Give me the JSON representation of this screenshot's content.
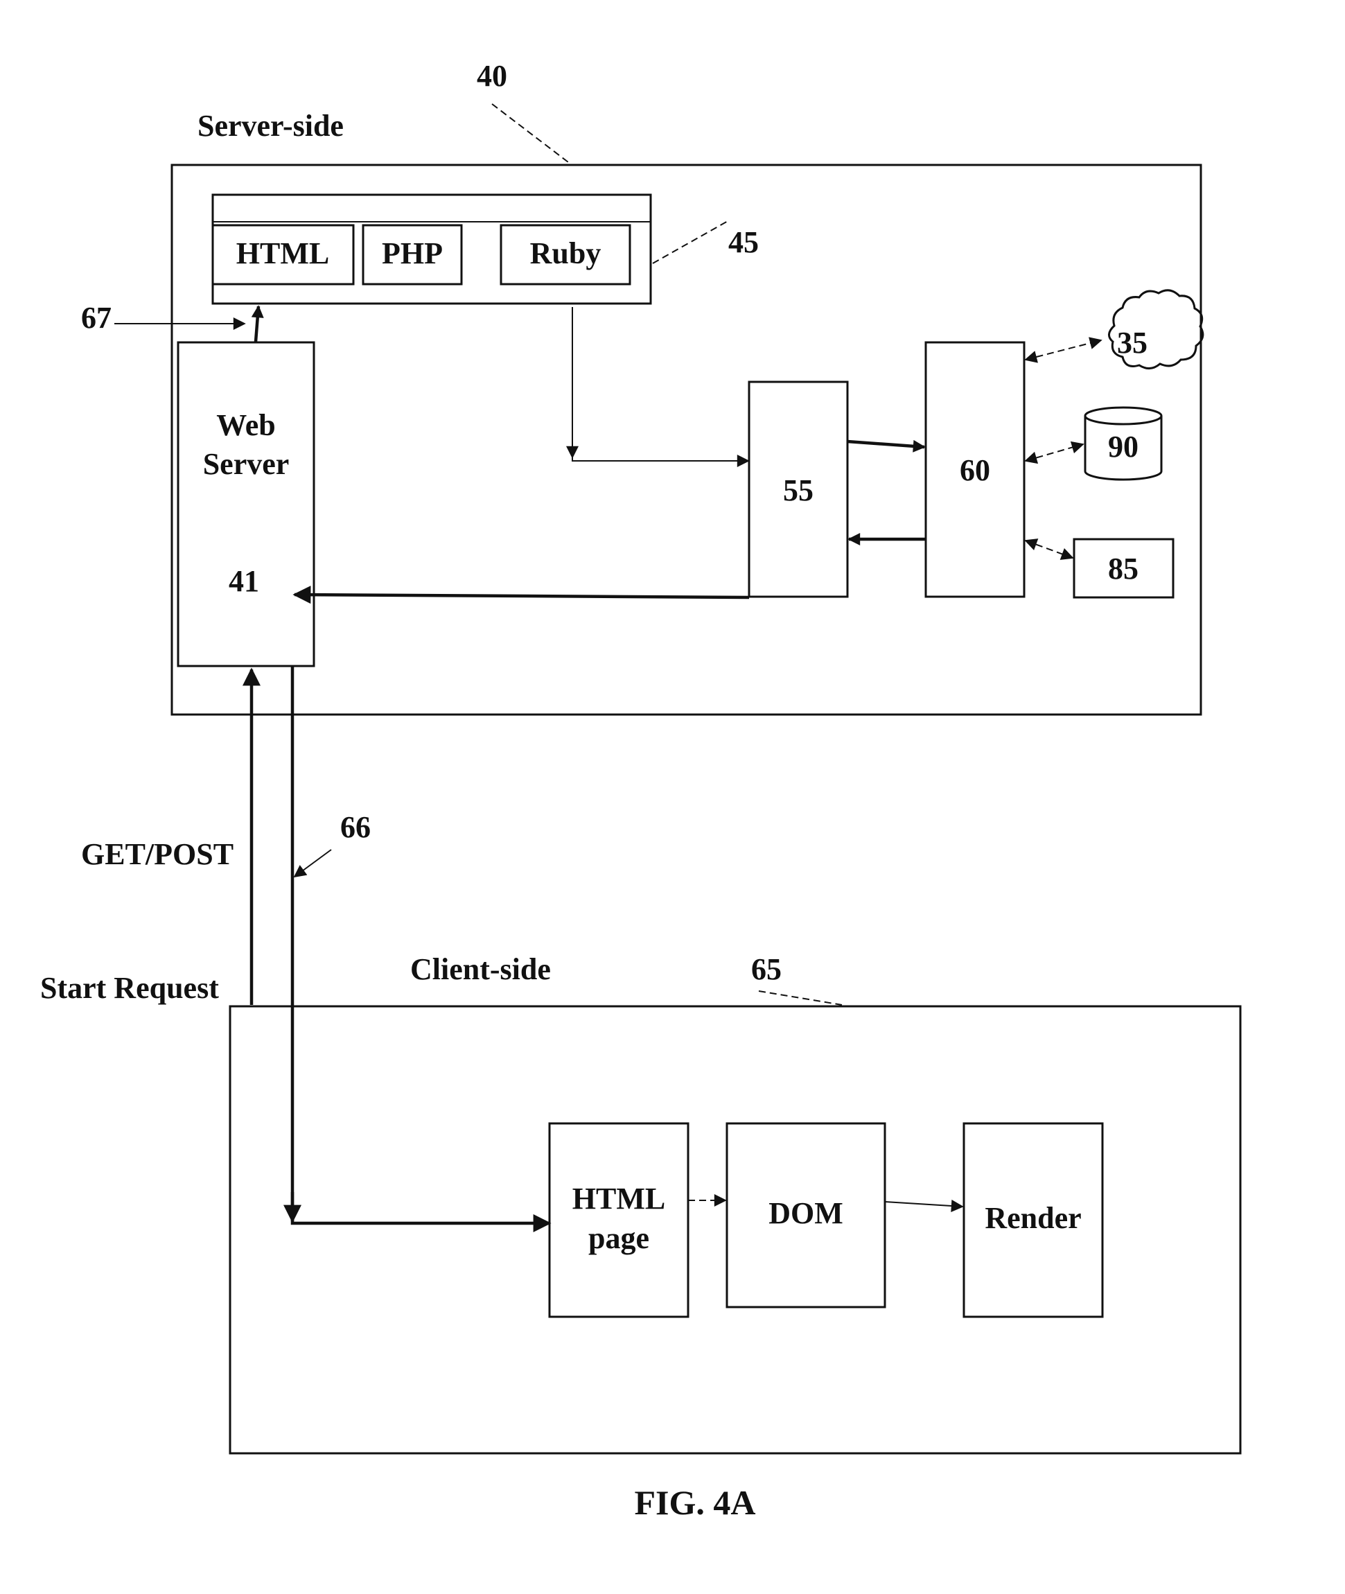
{
  "labels": {
    "server_ref": "40",
    "server_title": "Server-side",
    "engines_ref": "45",
    "web_server_ref": "67",
    "web_server_line1": "Web",
    "web_server_line2": "Server",
    "web_server_num": "41",
    "get_post": "GET/POST",
    "response_ref": "66",
    "start_request": "Start Request",
    "client_title": "Client-side",
    "client_ref": "65",
    "figure_caption": "FIG. 4A"
  },
  "engines": {
    "html": "HTML",
    "php": "PHP",
    "ruby": "Ruby"
  },
  "components": {
    "c55": "55",
    "c60": "60",
    "c35": "35",
    "c90": "90",
    "c85": "85"
  },
  "client": {
    "html_page_line1": "HTML",
    "html_page_line2": "page",
    "dom": "DOM",
    "render": "Render"
  }
}
